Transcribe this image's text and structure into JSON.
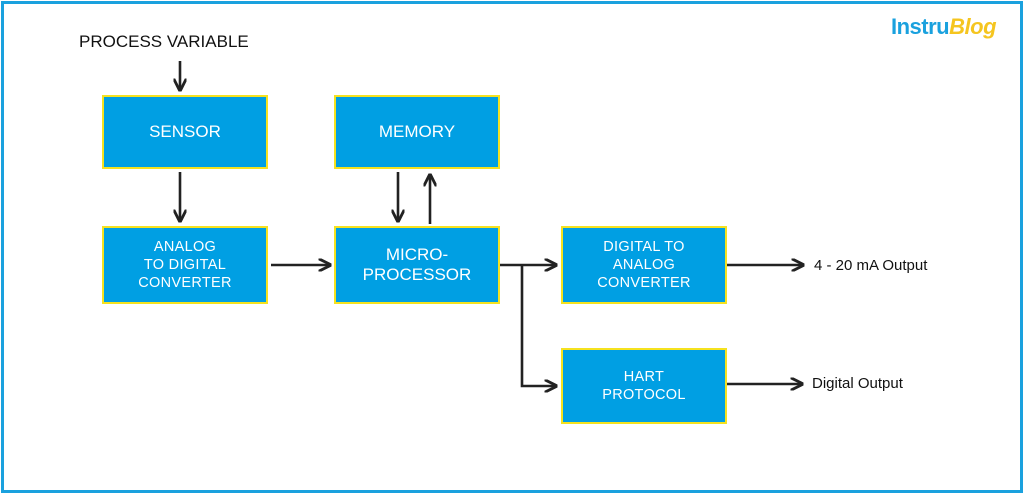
{
  "logo": {
    "part1": "Instru",
    "part2": "Blog"
  },
  "input_label": "PROCESS VARIABLE",
  "blocks": {
    "sensor": "SENSOR",
    "memory": "MEMORY",
    "adc": "ANALOG\nTO DIGITAL\nCONVERTER",
    "micro": "MICRO-\nPROCESSOR",
    "dac": "DIGITAL TO\nANALOG\nCONVERTER",
    "hart": "HART\nPROTOCOL"
  },
  "outputs": {
    "analog": "4 - 20 mA Output",
    "digital": "Digital Output"
  },
  "colors": {
    "box_fill": "#009fe3",
    "box_border": "#f5e21f",
    "frame": "#1aa1de",
    "arrow": "#222222"
  }
}
